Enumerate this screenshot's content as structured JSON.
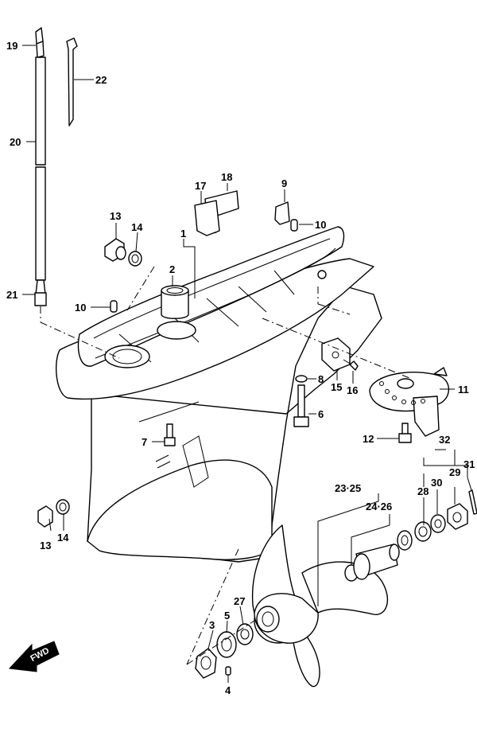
{
  "diagram": {
    "fwd_label": "FWD",
    "callouts": [
      {
        "id": "c19",
        "text": "19"
      },
      {
        "id": "c22",
        "text": "22"
      },
      {
        "id": "c20",
        "text": "20"
      },
      {
        "id": "c21",
        "text": "21"
      },
      {
        "id": "c18",
        "text": "18"
      },
      {
        "id": "c17",
        "text": "17"
      },
      {
        "id": "c9",
        "text": "9"
      },
      {
        "id": "c10a",
        "text": "10"
      },
      {
        "id": "c13a",
        "text": "13"
      },
      {
        "id": "c14a",
        "text": "14"
      },
      {
        "id": "c1",
        "text": "1"
      },
      {
        "id": "c2",
        "text": "2"
      },
      {
        "id": "c10b",
        "text": "10"
      },
      {
        "id": "c8",
        "text": "8"
      },
      {
        "id": "c15",
        "text": "15"
      },
      {
        "id": "c16",
        "text": "16"
      },
      {
        "id": "c11",
        "text": "11"
      },
      {
        "id": "c6",
        "text": "6"
      },
      {
        "id": "c7",
        "text": "7"
      },
      {
        "id": "c12",
        "text": "12"
      },
      {
        "id": "c32",
        "text": "32"
      },
      {
        "id": "c31",
        "text": "31"
      },
      {
        "id": "c29",
        "text": "29"
      },
      {
        "id": "c30",
        "text": "30"
      },
      {
        "id": "c28",
        "text": "28"
      },
      {
        "id": "c2325",
        "text": "23·25"
      },
      {
        "id": "c2426",
        "text": "24·26"
      },
      {
        "id": "c13b",
        "text": "13"
      },
      {
        "id": "c14b",
        "text": "14"
      },
      {
        "id": "c27",
        "text": "27"
      },
      {
        "id": "c3",
        "text": "3"
      },
      {
        "id": "c5",
        "text": "5"
      },
      {
        "id": "c4",
        "text": "4"
      }
    ]
  }
}
